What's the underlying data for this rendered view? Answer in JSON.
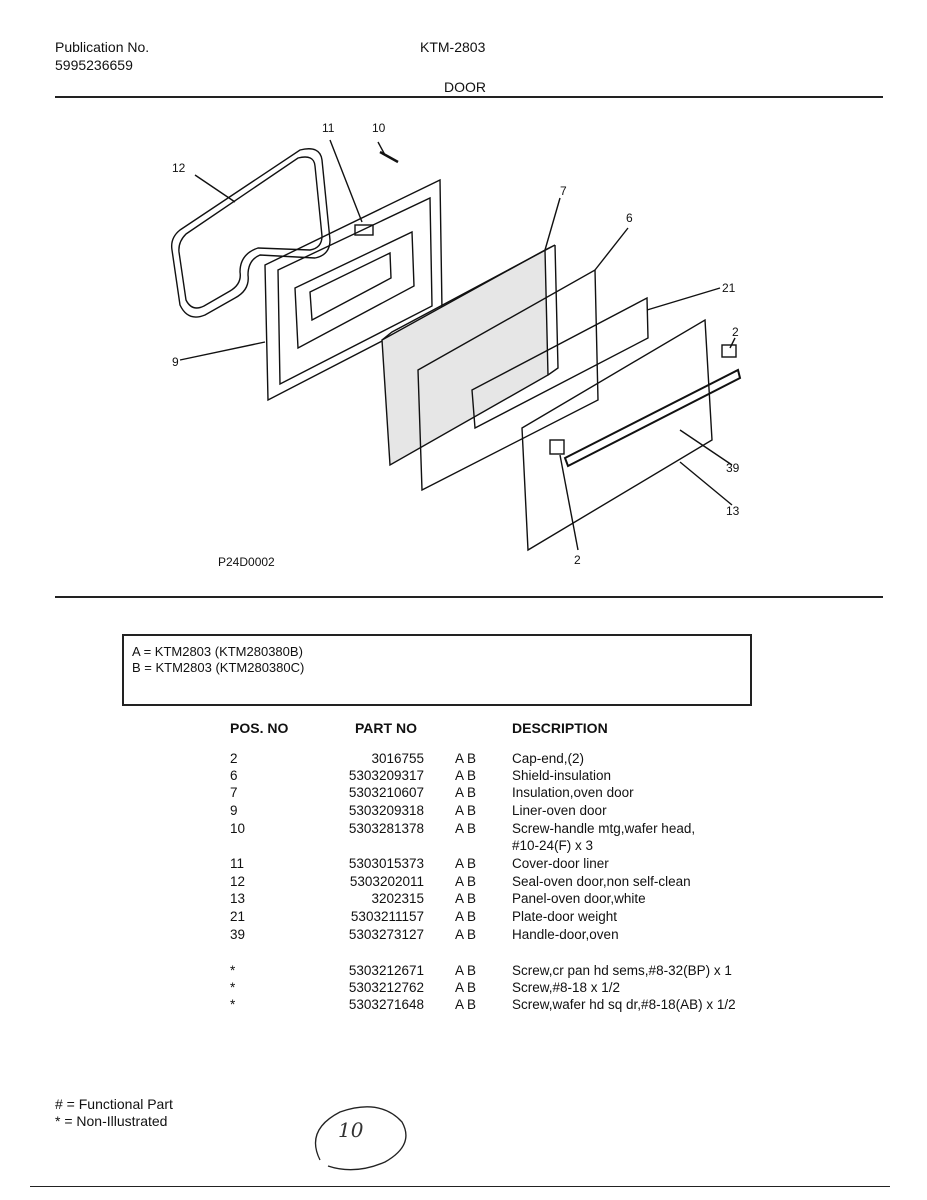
{
  "header": {
    "publication_label": "Publication No.",
    "publication_number": "5995236659",
    "model": "KTM-2803",
    "section": "DOOR"
  },
  "diagram": {
    "figure_code": "P24D0002",
    "callouts": [
      "12",
      "11",
      "10",
      "7",
      "6",
      "21",
      "2",
      "9",
      "39",
      "13",
      "2"
    ]
  },
  "legend": {
    "a": "A = KTM2803 (KTM280380B)",
    "b": "B = KTM2803 (KTM280380C)"
  },
  "table": {
    "headers": {
      "pos": "POS. NO",
      "part": "PART NO",
      "desc": "DESCRIPTION"
    },
    "rows": [
      {
        "pos": "2",
        "part": "3016755",
        "code": "A B",
        "desc": "Cap-end,(2)"
      },
      {
        "pos": "6",
        "part": "5303209317",
        "code": "A B",
        "desc": "Shield-insulation"
      },
      {
        "pos": "7",
        "part": "5303210607",
        "code": "A B",
        "desc": "Insulation,oven door"
      },
      {
        "pos": "9",
        "part": "5303209318",
        "code": "A B",
        "desc": "Liner-oven door"
      },
      {
        "pos": "10",
        "part": "5303281378",
        "code": "A B",
        "desc": "Screw-handle mtg,wafer head,",
        "desc2": "#10-24(F) x 3"
      },
      {
        "pos": "11",
        "part": "5303015373",
        "code": "A B",
        "desc": "Cover-door liner"
      },
      {
        "pos": "12",
        "part": "5303202011",
        "code": "A B",
        "desc": "Seal-oven door,non self-clean"
      },
      {
        "pos": "13",
        "part": "3202315",
        "code": "A B",
        "desc": "Panel-oven door,white"
      },
      {
        "pos": "21",
        "part": "5303211157",
        "code": "A B",
        "desc": "Plate-door weight"
      },
      {
        "pos": "39",
        "part": "5303273127",
        "code": "A B",
        "desc": "Handle-door,oven"
      },
      {
        "pos": "*",
        "part": "5303212671",
        "code": "A B",
        "desc": "Screw,cr pan hd sems,#8-32(BP) x 1"
      },
      {
        "pos": "*",
        "part": "5303212762",
        "code": "A B",
        "desc": "Screw,#8-18 x 1/2"
      },
      {
        "pos": "*",
        "part": "5303271648",
        "code": "A B",
        "desc": "Screw,wafer hd sq dr,#8-18(AB) x 1/2"
      }
    ]
  },
  "footer": {
    "functional": "# = Functional Part",
    "non_illustrated": "* = Non-Illustrated",
    "page_handwritten": "10"
  }
}
